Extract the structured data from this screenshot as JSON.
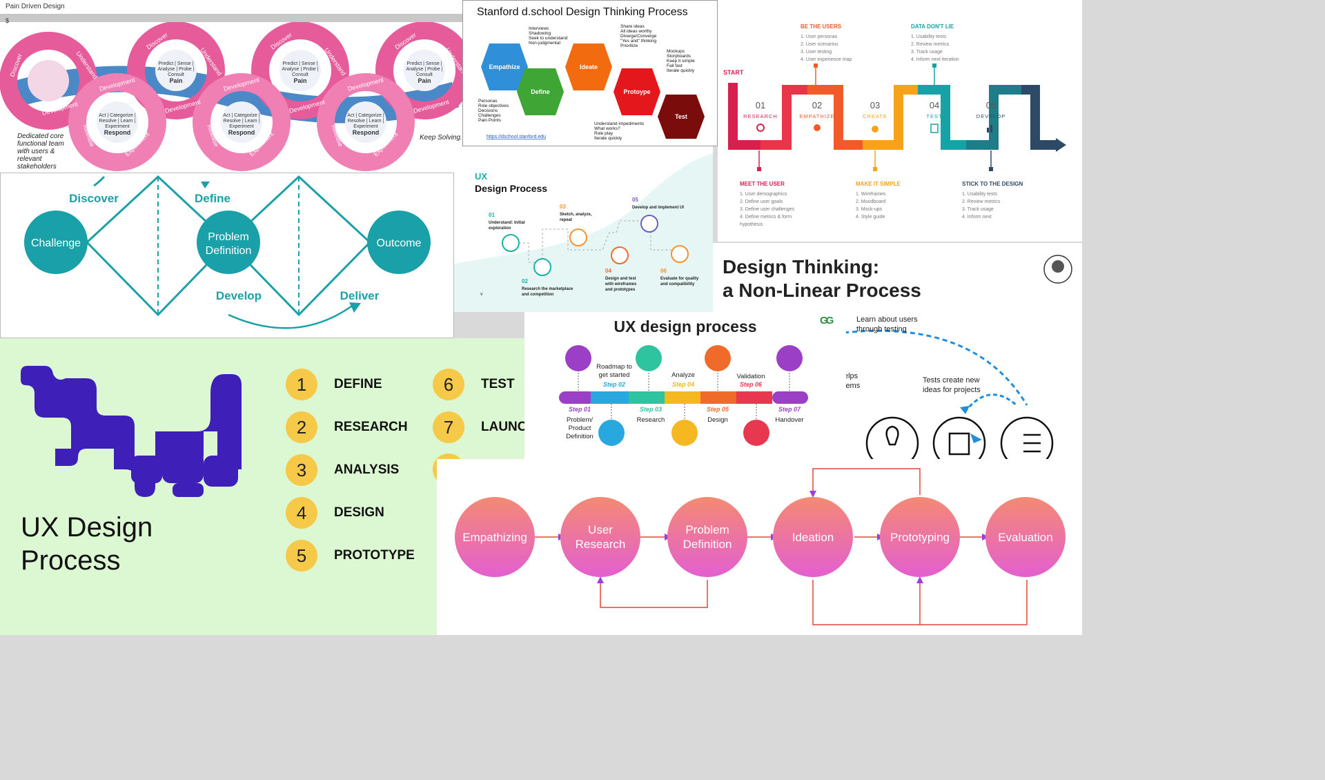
{
  "pain_driven": {
    "title": "Pain Driven Design",
    "bar": "$",
    "core": [
      {
        "top": "Predict | Sense |",
        "mid": "Analyse | Probe |",
        "bot": "Consult",
        "name": "Pain"
      },
      {
        "top": "Act | Categorize |",
        "mid": "Resolve | Learn |",
        "bot": "Experiment",
        "name": "Respond"
      }
    ],
    "ring_labels": {
      "discover": "Discover",
      "understand": "Understand",
      "development": "Development",
      "release": "Release",
      "experiment": "Experiment"
    },
    "note": [
      "Dedicated core",
      "functional team",
      "with users &",
      "relevant",
      "stakeholders"
    ],
    "keep": "Keep Solving..."
  },
  "stanford": {
    "title": "Stanford d.school Design Thinking Process",
    "hexes": [
      {
        "label": "Empathize",
        "color": "#2f8fd8"
      },
      {
        "label": "Define",
        "color": "#3fa535"
      },
      {
        "label": "Ideate",
        "color": "#f26b0f"
      },
      {
        "label": "Protoype",
        "color": "#e4171c"
      },
      {
        "label": "Test",
        "color": "#7b0c0c"
      }
    ],
    "notes": {
      "empathize": [
        "Interviews",
        "Shadowing",
        "Seek to understand",
        "Non-judgmental"
      ],
      "define": [
        "Personas",
        "Role objectives",
        "Decisions",
        "Challenges",
        "Pain Points"
      ],
      "ideate": [
        "Share ideas",
        "All ideas worthy",
        "Diverge/Converge",
        "\"Yes and\" thinking",
        "Prioritize"
      ],
      "prototype": [
        "Mockups",
        "Storyboards",
        "Keep it simple",
        "Fail fast",
        "Iterate quickly"
      ],
      "test": [
        "Understand impediments",
        "What works?",
        "Role play",
        "Iterate quickly"
      ]
    },
    "link": "https://dschool.stanford.edu"
  },
  "timeline": {
    "start": "START",
    "steps": [
      {
        "num": "01",
        "label": "RESEARCH",
        "color": "#d6204e"
      },
      {
        "num": "02",
        "label": "EMPATHIZE",
        "color": "#f15a2b"
      },
      {
        "num": "03",
        "label": "CREATE",
        "color": "#f7a21b"
      },
      {
        "num": "04",
        "label": "TEST",
        "color": "#17a2a6"
      },
      {
        "num": "05",
        "label": "DEVELOP",
        "color": "#2c4a66"
      }
    ],
    "top_notes": [
      {
        "title": "BE THE USERS",
        "items": [
          "1. User personas",
          "2. User scenarios",
          "3. User testing",
          "4. User experience map"
        ]
      },
      {
        "title": "DATA DON'T LIE",
        "items": [
          "1. Usability tests",
          "2. Review metrics",
          "3. Track usage",
          "4. Inform next iteration"
        ]
      }
    ],
    "bottom_notes": [
      {
        "title": "MEET THE USER",
        "items": [
          "1. User demographics",
          "2. Define user goals",
          "3. Define user challenges",
          "4. Define metrics & form",
          "hypothesis"
        ]
      },
      {
        "title": "MAKE IT SIMPLE",
        "items": [
          "1. Wireframes",
          "2. Moodboard",
          "3. Mock-ups",
          "4. Style guide"
        ]
      },
      {
        "title": "STICK TO THE DESIGN",
        "items": [
          "1. Usability tests",
          "2. Review metrics",
          "3. Track usage",
          "4. Inform next"
        ]
      }
    ]
  },
  "double_diamond": {
    "nodes": [
      "Challenge",
      "Problem",
      "Definition",
      "Outcome"
    ],
    "labels": [
      "Discover",
      "Define",
      "Develop",
      "Deliver"
    ]
  },
  "ux_teal": {
    "title1": "UX",
    "title2": "Design Process",
    "steps": [
      {
        "num": "01",
        "text": [
          "Understand: Initial",
          "exploration"
        ]
      },
      {
        "num": "02",
        "text": [
          "Research the marketplace",
          "and competition"
        ]
      },
      {
        "num": "03",
        "text": [
          "Sketch, analyze,",
          "repeat"
        ]
      },
      {
        "num": "04",
        "text": [
          "Design and test",
          "with wireframes",
          "and prototypes"
        ]
      },
      {
        "num": "05",
        "text": [
          "Develop and implement UI"
        ]
      },
      {
        "num": "06",
        "text": [
          "Evaluate for quality",
          "and compatibility"
        ]
      }
    ],
    "footer": "v"
  },
  "nonlinear": {
    "title1": "Design Thinking:",
    "title2": "a Non-Linear Process",
    "note1": [
      "Learn about users",
      "through testing"
    ],
    "note2": [
      "elps",
      "lems"
    ],
    "note3": [
      "Tests create new",
      "ideas for projects"
    ]
  },
  "green": {
    "title": [
      "UX Design",
      "Process"
    ],
    "items": [
      {
        "n": "1",
        "label": "DEFINE"
      },
      {
        "n": "2",
        "label": "RESEARCH"
      },
      {
        "n": "3",
        "label": "ANALYSIS"
      },
      {
        "n": "4",
        "label": "DESIGN"
      },
      {
        "n": "5",
        "label": "PROTOTYPE"
      },
      {
        "n": "6",
        "label": "TEST"
      },
      {
        "n": "7",
        "label": "LAUNC"
      }
    ]
  },
  "gfg": {
    "title": "UX design process",
    "logo": "GG",
    "top": [
      {
        "label": [
          "Roadmap to",
          "get started"
        ],
        "step": "Step 02"
      },
      {
        "label": [
          "Analyze"
        ],
        "step": "Step 04"
      },
      {
        "label": [
          "Validation"
        ],
        "step": "Step 06"
      }
    ],
    "bottom": [
      {
        "step": "Step 01",
        "label": [
          "Problem/",
          "Product",
          "Definition"
        ]
      },
      {
        "step": "Step 03",
        "label": [
          "Research"
        ]
      },
      {
        "step": "Step 05",
        "label": [
          "Design"
        ]
      },
      {
        "step": "Step 07",
        "label": [
          "Handover"
        ]
      }
    ],
    "bar_colors": [
      "#9b3fc6",
      "#29a8e0",
      "#2ec4a0",
      "#f5b820",
      "#f06a2a",
      "#e8384f",
      "#9b3fc6"
    ]
  },
  "pink_flow": {
    "nodes": [
      "Empathizing",
      "User",
      "Research",
      "Problem",
      "Definition",
      "Ideation",
      "Prototyping",
      "Evaluation"
    ]
  }
}
